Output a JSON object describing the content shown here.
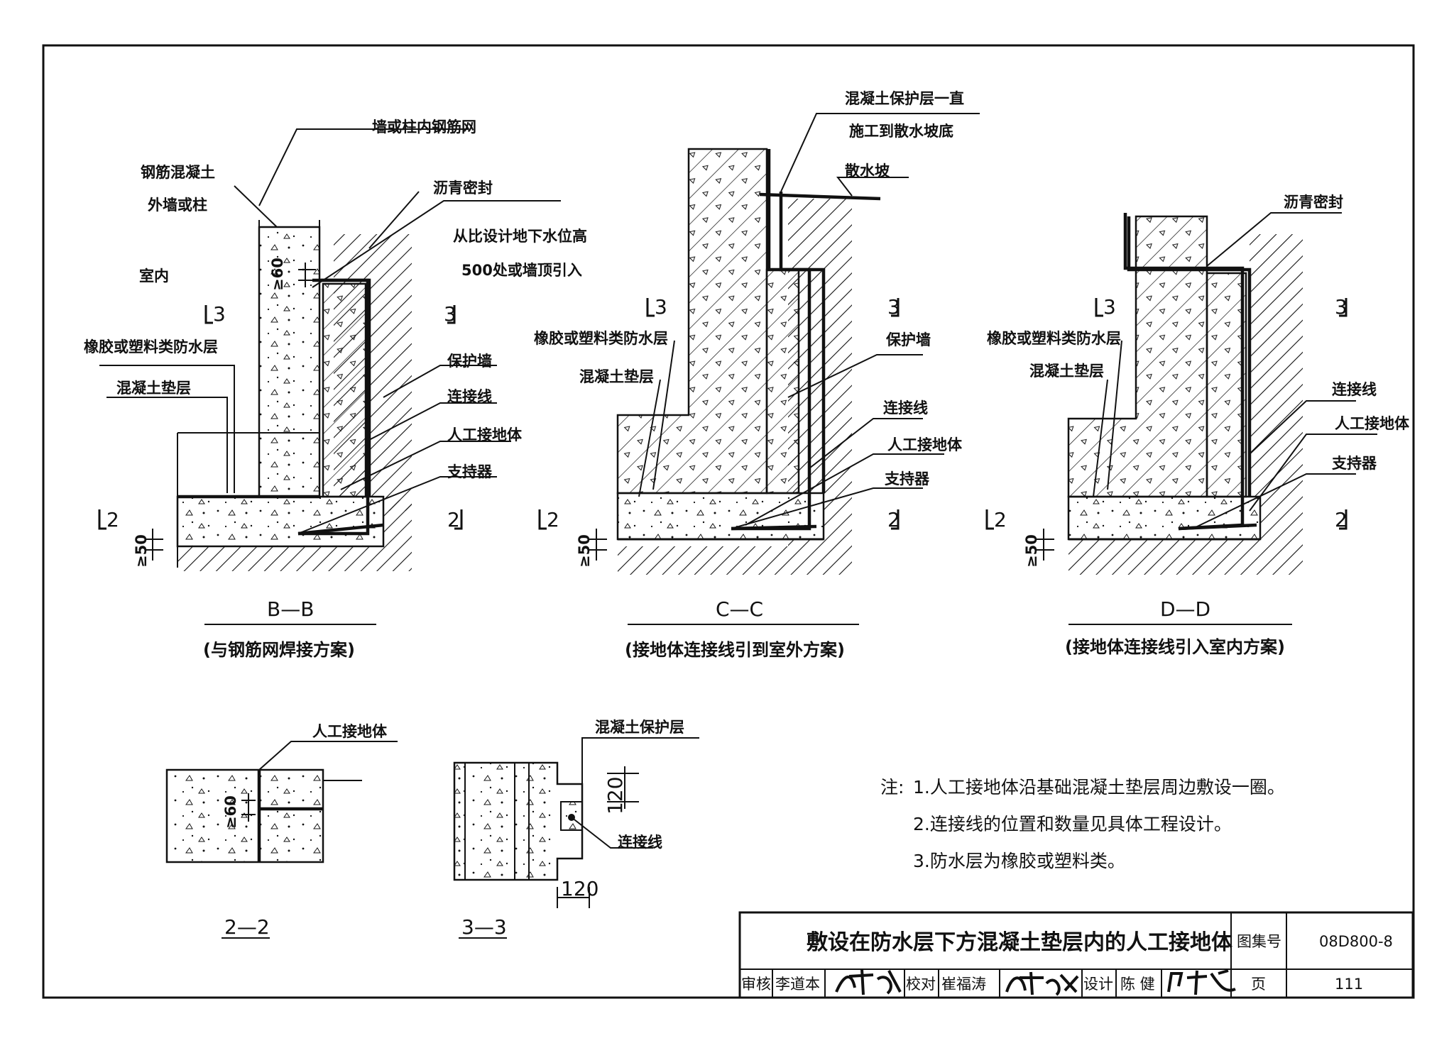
{
  "sections": {
    "bb": {
      "title": "B—B",
      "subtitle": "(与钢筋网焊接方案)",
      "labels": {
        "mesh": "墙或柱内钢筋网",
        "rc1": "钢筋混凝土",
        "rc2": "外墙或柱",
        "asphalt": "沥青密封",
        "gw1": "从比设计地下水位高",
        "gw2": "500处或墙顶引入",
        "indoor": "室内",
        "waterproof": "橡胶或塑料类防水层",
        "cushion": "混凝土垫层",
        "protect": "保护墙",
        "conn": "连接线",
        "electrode": "人工接地体",
        "support": "支持器",
        "dim60": "≥60",
        "dim50": "≥50",
        "cut3": "3",
        "cut2": "2"
      }
    },
    "cc": {
      "title": "C—C",
      "subtitle": "(接地体连接线引到室外方案)",
      "labels": {
        "cover1": "混凝土保护层一直",
        "cover2": "施工到散水坡底",
        "apron": "散水坡",
        "waterproof": "橡胶或塑料类防水层",
        "cushion": "混凝土垫层",
        "protect": "保护墙",
        "conn": "连接线",
        "electrode": "人工接地体",
        "support": "支持器",
        "dim50": "≥50",
        "cut3": "3",
        "cut2": "2"
      }
    },
    "dd": {
      "title": "D—D",
      "subtitle": "(接地体连接线引入室内方案)",
      "labels": {
        "asphalt": "沥青密封",
        "waterproof": "橡胶或塑料类防水层",
        "cushion": "混凝土垫层",
        "conn": "连接线",
        "electrode": "人工接地体",
        "support": "支持器",
        "dim50": "≥50",
        "cut3": "3",
        "cut2": "2"
      }
    },
    "s22": {
      "title": "2—2",
      "labels": {
        "electrode": "人工接地体",
        "dim60": "≥60"
      }
    },
    "s33": {
      "title": "3—3",
      "labels": {
        "cover": "混凝土保护层",
        "conn": "连接线",
        "dim120a": "120",
        "dim120b": "120"
      }
    }
  },
  "notes": {
    "prefix": "注:",
    "items": [
      "1.人工接地体沿基础混凝土垫层周边敷设一圈。",
      "2.连接线的位置和数量见具体工程设计。",
      "3.防水层为橡胶或塑料类。"
    ]
  },
  "title_block": {
    "title": "敷设在防水层下方混凝土垫层内的人工接地体",
    "atlas_label": "图集号",
    "atlas_no": "08D800-8",
    "page_label": "页",
    "page_no": "111",
    "review_label": "审核",
    "review_name": "李道本",
    "check_label": "校对",
    "check_name": "崔福涛",
    "design_label": "设计",
    "design_name": "陈  健"
  }
}
